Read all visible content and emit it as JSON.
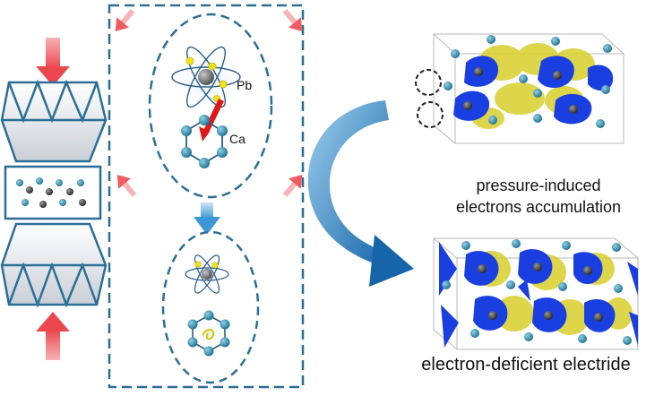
{
  "labels": {
    "pb": "Pb",
    "ca": "Ca",
    "caption_top_line1": "pressure-induced",
    "caption_top_line2": "electrons accumulation",
    "caption_bottom": "electron-deficient electride"
  },
  "colors": {
    "frame_blue": "#2b6f96",
    "pressure_arrow": "#ef5b60",
    "flow_arrow": "#1f7fb8",
    "charge_yellow": "#d8d02c",
    "charge_blue": "#1a3fe0",
    "atom_teal": "#2f8fae",
    "atom_dark": "#3a3a3a",
    "pb_atom": "#6b6b6b",
    "ca_link": "#e01818",
    "electron": "#f2e21f"
  }
}
